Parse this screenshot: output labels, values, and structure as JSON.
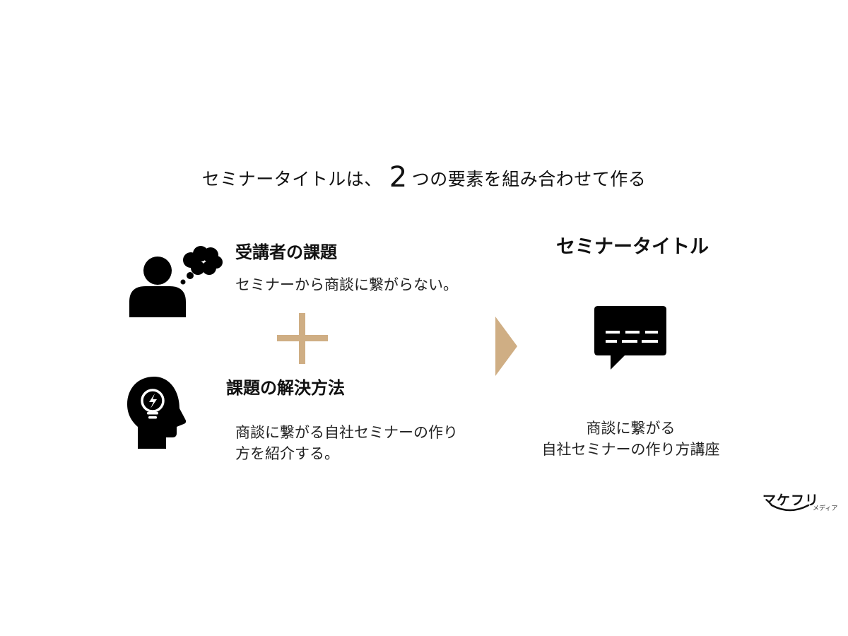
{
  "headline": {
    "before": "セミナータイトルは、",
    "number": "2",
    "after": "つの要素を組み合わせて作る"
  },
  "left": {
    "challenge": {
      "heading": "受講者の課題",
      "text": "セミナーから商談に繋がらない。"
    },
    "solution": {
      "heading": "課題の解決方法",
      "text": "商談に繋がる自社セミナーの作り方を紹介する。"
    }
  },
  "right": {
    "heading": "セミナータイトル",
    "result_line1": "商談に繋がる",
    "result_line2": "自社セミナーの作り方講座"
  },
  "logo": {
    "main": "マケフリ",
    "sub": "メディア"
  },
  "colors": {
    "accent": "#cfae84",
    "icon": "#000000",
    "text": "#111111"
  },
  "icons": {
    "person": "person-thought-icon",
    "bulb": "head-bulb-icon",
    "plus": "plus-icon",
    "arrow": "arrow-icon",
    "chat": "chat-icon"
  }
}
